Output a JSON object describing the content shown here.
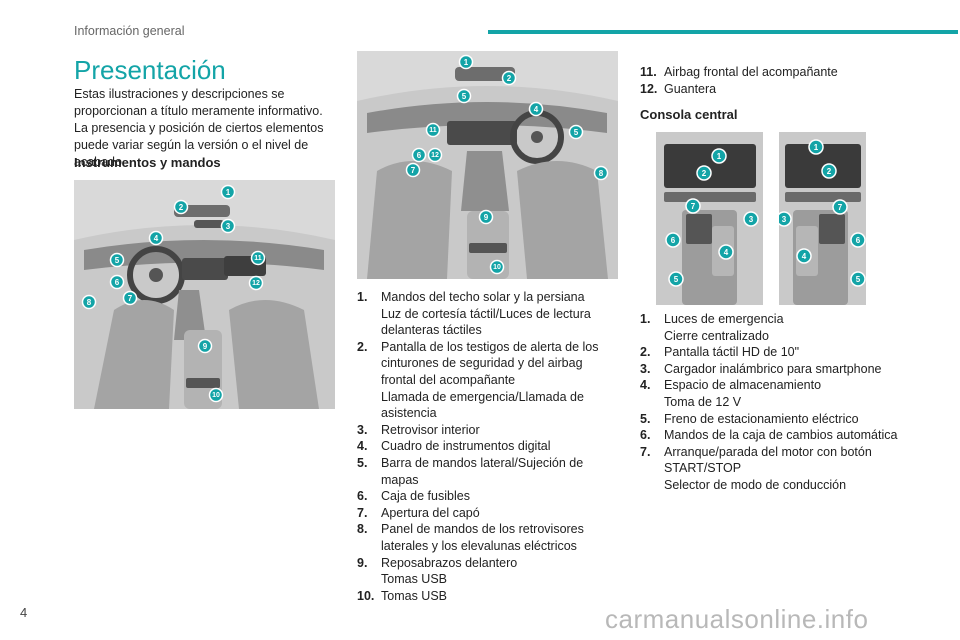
{
  "header": {
    "section": "Información general"
  },
  "page": {
    "number": "4",
    "title": "Presentación"
  },
  "intro": "Estas ilustraciones y descripciones se proporcionan a título meramente informativo. La presencia y posición de ciertos elementos puede variar según la versión o el nivel de acabado.",
  "instruments": {
    "heading": "Instrumentos y mandos",
    "badges": [
      "1",
      "2",
      "3",
      "4",
      "5",
      "6",
      "7",
      "8",
      "9",
      "10",
      "11",
      "12"
    ],
    "items": [
      {
        "num": "1.",
        "lines": [
          "Mandos del techo solar y la persiana",
          "Luz de cortesía táctil/Luces de lectura delanteras táctiles"
        ]
      },
      {
        "num": "2.",
        "lines": [
          "Pantalla de los testigos de alerta de los cinturones de seguridad y del airbag frontal del acompañante",
          "Llamada de emergencia/Llamada de asistencia"
        ]
      },
      {
        "num": "3.",
        "lines": [
          "Retrovisor interior"
        ]
      },
      {
        "num": "4.",
        "lines": [
          "Cuadro de instrumentos digital"
        ]
      },
      {
        "num": "5.",
        "lines": [
          "Barra de mandos lateral/Sujeción de mapas"
        ]
      },
      {
        "num": "6.",
        "lines": [
          "Caja de fusibles"
        ]
      },
      {
        "num": "7.",
        "lines": [
          "Apertura del capó"
        ]
      },
      {
        "num": "8.",
        "lines": [
          "Panel de mandos de los retrovisores laterales y los elevalunas eléctricos"
        ]
      },
      {
        "num": "9.",
        "lines": [
          "Reposabrazos delantero",
          "Tomas USB"
        ]
      },
      {
        "num": "10.",
        "lines": [
          "Tomas USB"
        ]
      },
      {
        "num": "11.",
        "lines": [
          "Airbag frontal del acompañante"
        ]
      },
      {
        "num": "12.",
        "lines": [
          "Guantera"
        ]
      }
    ]
  },
  "console": {
    "heading": "Consola central",
    "badges": [
      "1",
      "2",
      "3",
      "4",
      "5",
      "6",
      "7"
    ],
    "items": [
      {
        "num": "1.",
        "lines": [
          "Luces de emergencia",
          "Cierre centralizado"
        ]
      },
      {
        "num": "2.",
        "lines": [
          "Pantalla táctil HD de 10\""
        ]
      },
      {
        "num": "3.",
        "lines": [
          "Cargador inalámbrico para smartphone"
        ]
      },
      {
        "num": "4.",
        "lines": [
          "Espacio de almacenamiento",
          "Toma de 12 V"
        ]
      },
      {
        "num": "5.",
        "lines": [
          "Freno de estacionamiento eléctrico"
        ]
      },
      {
        "num": "6.",
        "lines": [
          "Mandos de la caja de cambios automática"
        ]
      },
      {
        "num": "7.",
        "lines": [
          "Arranque/parada del motor con botón START/STOP",
          "Selector de modo de conducción"
        ]
      }
    ]
  },
  "footer": {
    "watermark": "carmanualsonline.info"
  },
  "colors": {
    "accent": "#13a4a7",
    "illustration_bg": "#c9c9c9"
  }
}
